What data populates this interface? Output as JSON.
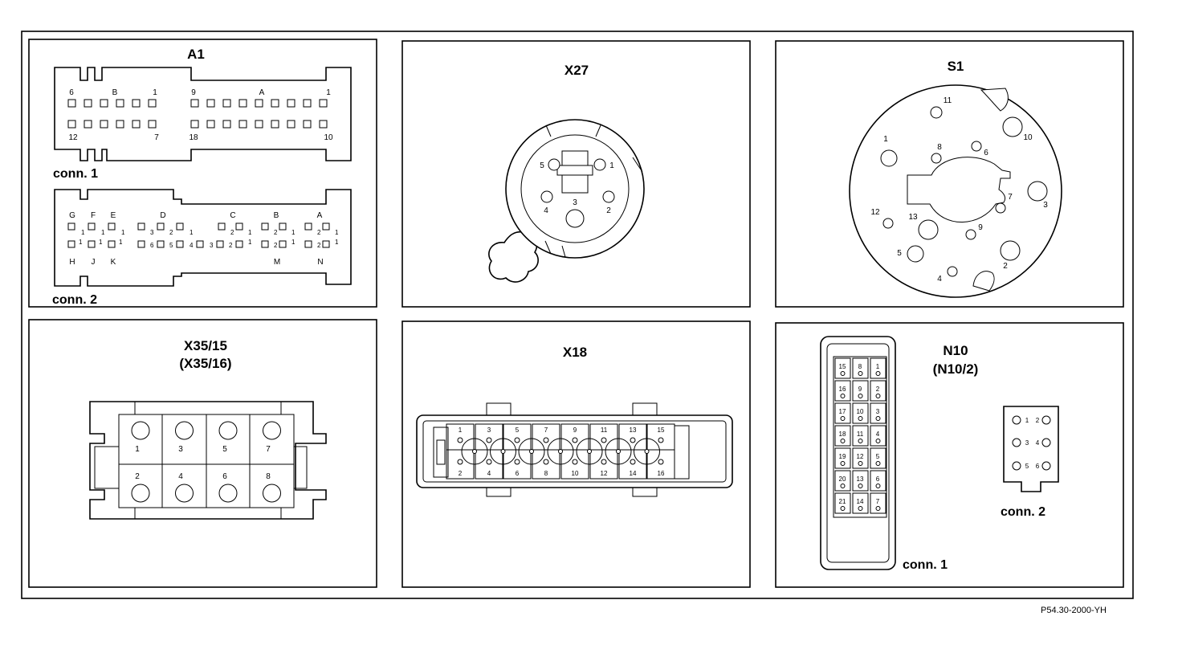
{
  "panels": {
    "a1": {
      "title": "A1",
      "conn1_label": "conn. 1",
      "conn2_label": "conn. 2",
      "conn1_pins": [
        "6",
        "B",
        "1",
        "9",
        "A",
        "1",
        "12",
        "7",
        "18",
        "10"
      ],
      "conn2_top_letters": [
        "G",
        "F",
        "E",
        "D",
        "C",
        "B",
        "A"
      ],
      "conn2_bottom_letters": [
        "H",
        "J",
        "K",
        "M",
        "N"
      ],
      "conn2_digits": [
        "1",
        "1",
        "1",
        "3",
        "2",
        "1",
        "2",
        "1",
        "2",
        "1",
        "2",
        "1",
        "1",
        "1",
        "1",
        "6",
        "5",
        "4",
        "3",
        "2",
        "1",
        "2",
        "1",
        "2",
        "1"
      ]
    },
    "x27": {
      "title": "X27",
      "pins": [
        "5",
        "1",
        "4",
        "3",
        "2"
      ]
    },
    "s1": {
      "title": "S1",
      "pins": [
        "11",
        "1",
        "8",
        "6",
        "10",
        "7",
        "3",
        "12",
        "13",
        "9",
        "5",
        "4",
        "2"
      ]
    },
    "x35": {
      "title": "X35/15",
      "subtitle": "(X35/16)",
      "pins": [
        "1",
        "3",
        "5",
        "7",
        "2",
        "4",
        "6",
        "8"
      ]
    },
    "x18": {
      "title": "X18",
      "top_pins": [
        "1",
        "3",
        "5",
        "7",
        "9",
        "11",
        "13",
        "15"
      ],
      "bottom_pins": [
        "2",
        "4",
        "6",
        "8",
        "10",
        "12",
        "14",
        "16"
      ]
    },
    "n10": {
      "title": "N10",
      "subtitle": "(N10/2)",
      "conn1_label": "conn. 1",
      "conn2_label": "conn. 2",
      "conn1_pins": [
        "15",
        "8",
        "1",
        "16",
        "9",
        "2",
        "17",
        "10",
        "3",
        "18",
        "11",
        "4",
        "19",
        "12",
        "5",
        "20",
        "13",
        "6",
        "21",
        "14",
        "7"
      ],
      "conn2_pins": [
        "1",
        "2",
        "3",
        "4",
        "5",
        "6"
      ]
    }
  },
  "reference_code": "P54.30-2000-YH"
}
